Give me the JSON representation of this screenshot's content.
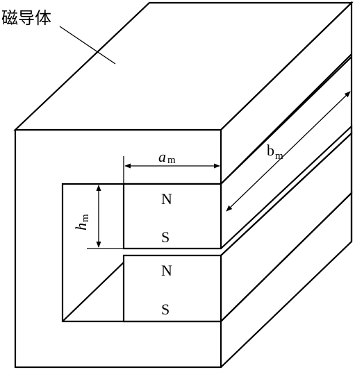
{
  "labels": {
    "core": "磁导体",
    "pole_north": "N",
    "pole_south": "S",
    "dim_a_main": "a",
    "dim_a_sub": "m",
    "dim_b_main": "b",
    "dim_b_sub": "m",
    "dim_h_main": "h",
    "dim_h_sub": "m"
  },
  "colors": {
    "line": "#000000",
    "background": "#ffffff"
  }
}
